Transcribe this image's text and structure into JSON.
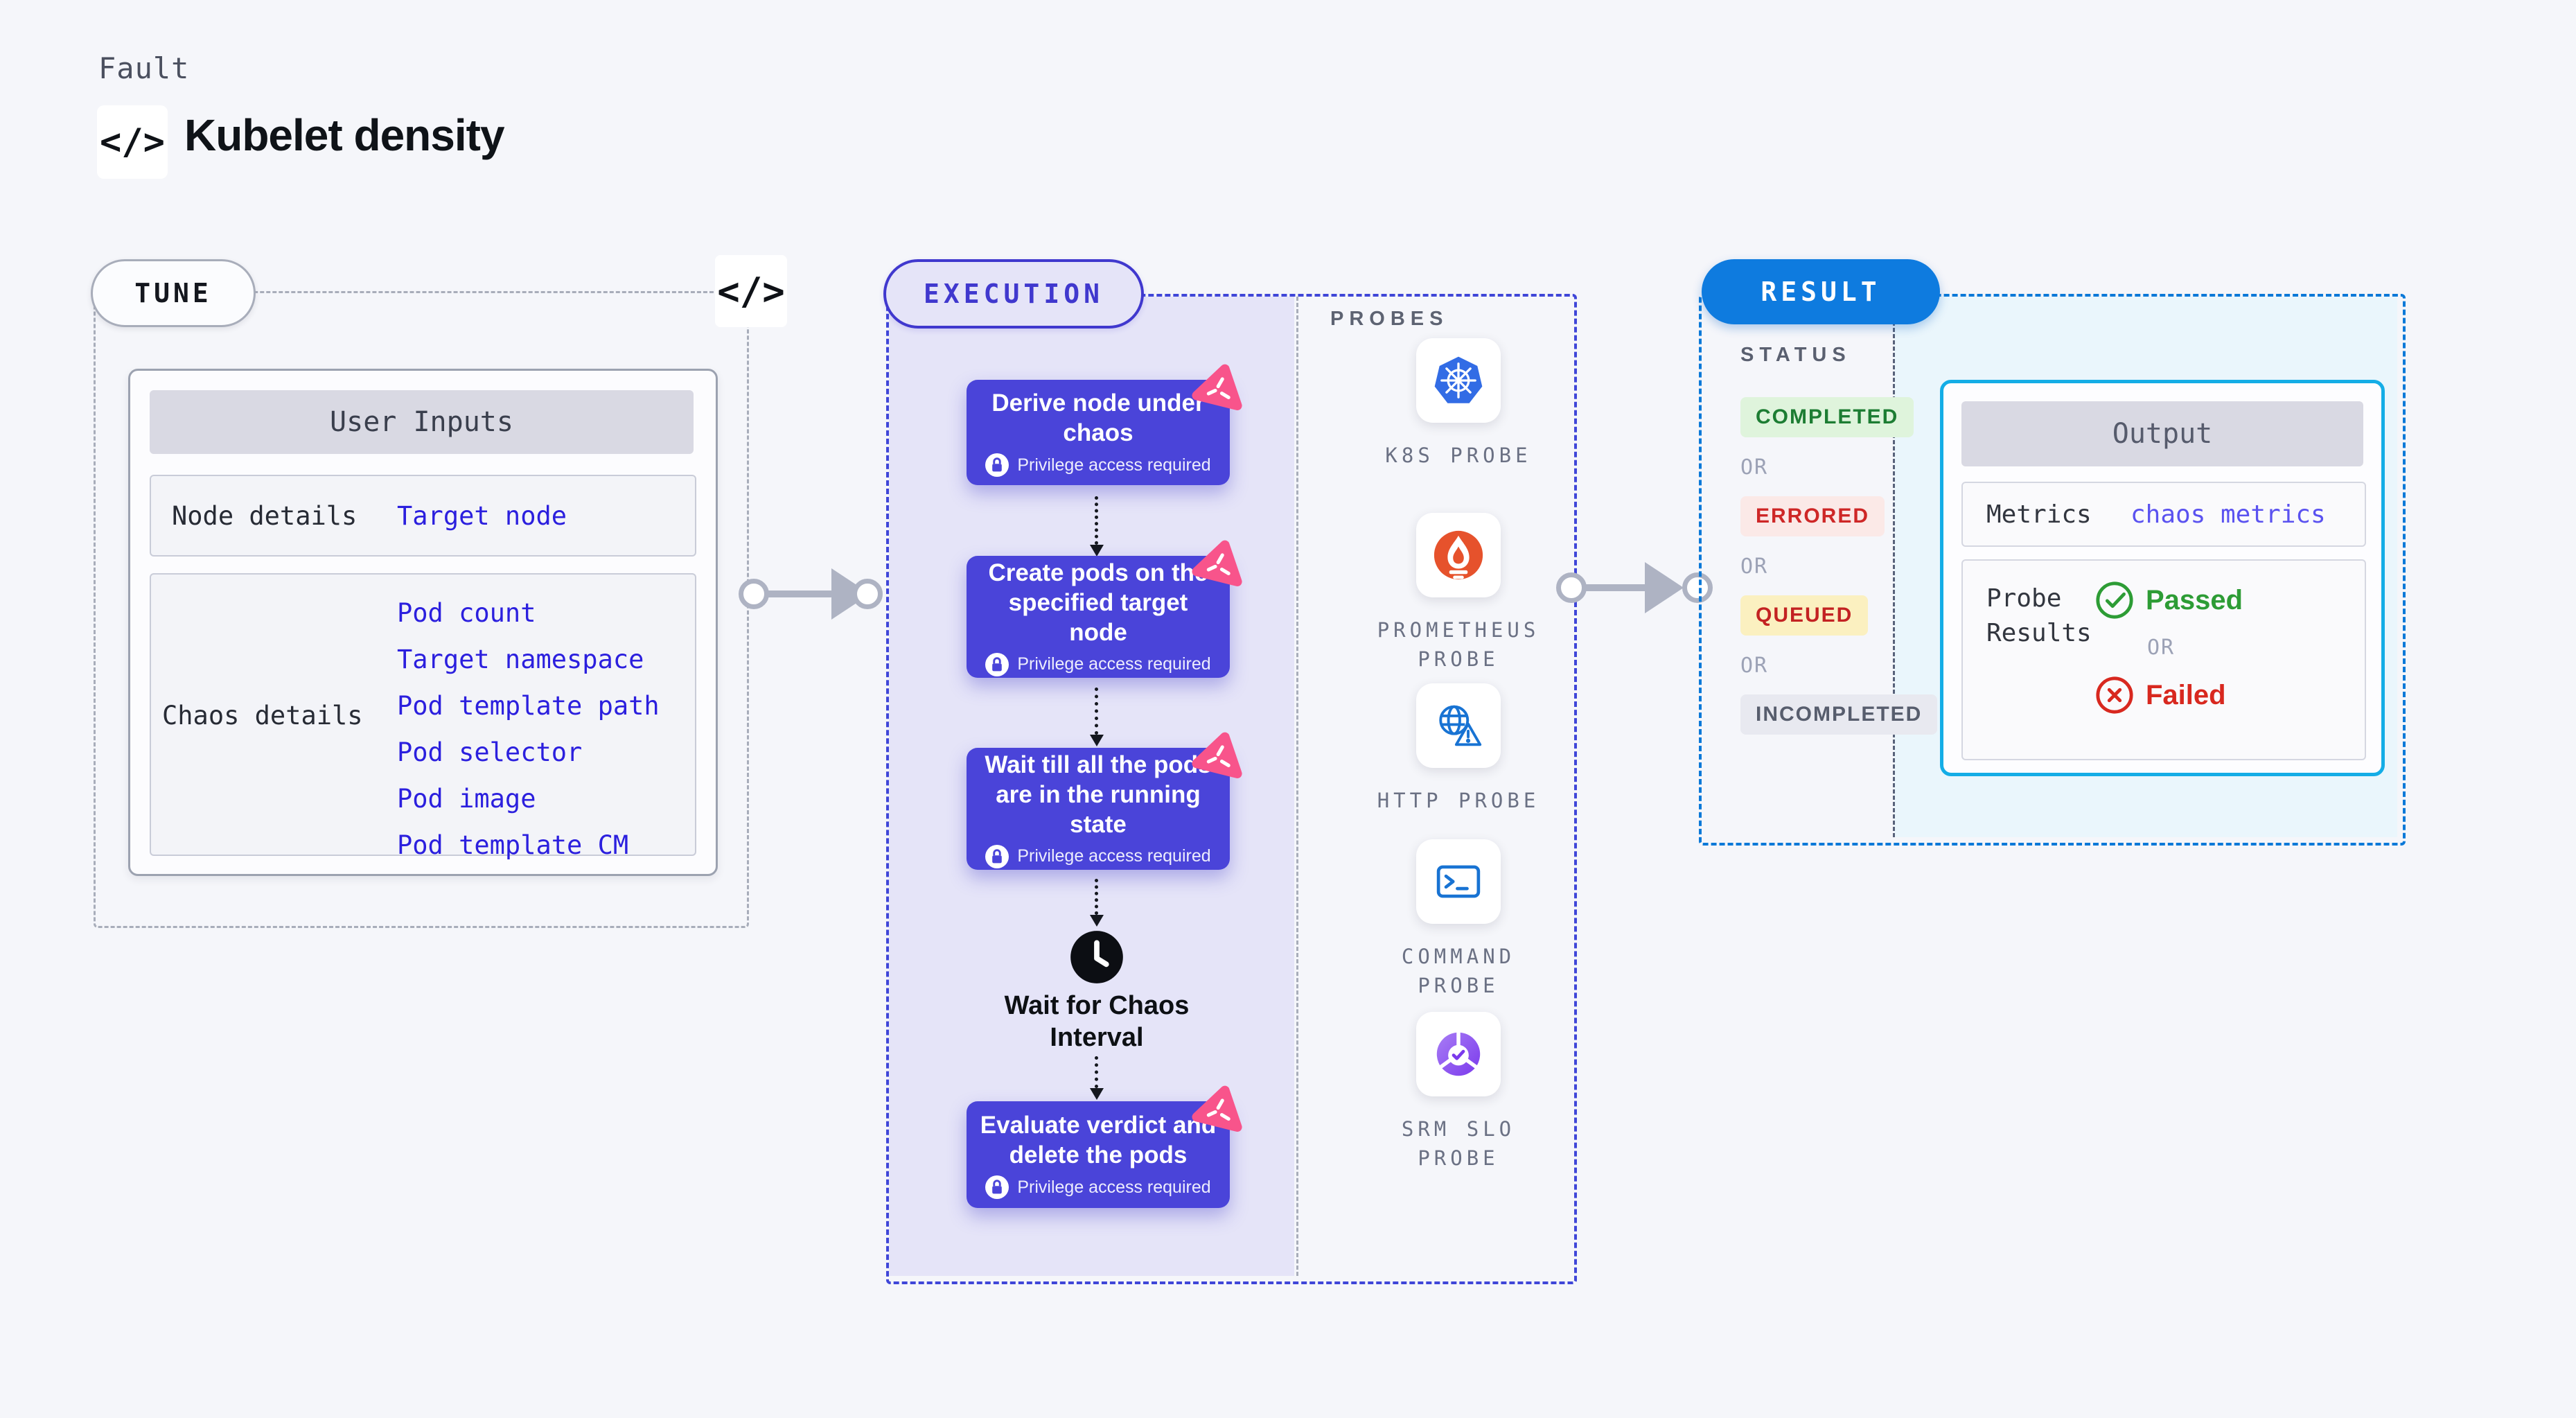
{
  "page": {
    "eyebrow": "Fault",
    "title": "Kubelet density",
    "code_icon_glyph": "</>"
  },
  "tune": {
    "pill_label": "TUNE",
    "code_icon_glyph": "</>",
    "card": {
      "header": "User Inputs",
      "rows": [
        {
          "label": "Node details",
          "values": [
            "Target node"
          ]
        },
        {
          "label": "Chaos details",
          "values": [
            "Pod count",
            "Target namespace",
            "Pod template path",
            "Pod selector",
            "Pod image",
            "Pod template CM"
          ]
        }
      ]
    }
  },
  "execution": {
    "pill_label": "EXECUTION",
    "steps": [
      {
        "title": "Derive node under chaos",
        "badge": "Privilege access required"
      },
      {
        "title": "Create pods on the specified target node",
        "badge": "Privilege access required"
      },
      {
        "title": "Wait till all the pods are in the running state",
        "badge": "Privilege access required"
      },
      {
        "title": "Evaluate verdict and delete the pods",
        "badge": "Privilege access required"
      }
    ],
    "wait_label": "Wait for Chaos Interval"
  },
  "probes": {
    "section_label": "PROBES",
    "items": [
      {
        "label": "K8S PROBE",
        "icon": "kubernetes-icon"
      },
      {
        "label": "PROMETHEUS PROBE",
        "icon": "prometheus-icon"
      },
      {
        "label": "HTTP PROBE",
        "icon": "globe-warning-icon"
      },
      {
        "label": "COMMAND PROBE",
        "icon": "terminal-icon"
      },
      {
        "label": "SRM SLO PROBE",
        "icon": "slo-donut-icon"
      }
    ]
  },
  "result": {
    "pill_label": "RESULT",
    "status_label": "STATUS",
    "or_label": "OR",
    "statuses": [
      {
        "label": "COMPLETED"
      },
      {
        "label": "ERRORED"
      },
      {
        "label": "QUEUED"
      },
      {
        "label": "INCOMPLETED"
      }
    ],
    "output": {
      "header": "Output",
      "metrics_label": "Metrics",
      "metrics_value": "chaos metrics",
      "probe_results_label": "Probe Results",
      "passed_label": "Passed",
      "failed_label": "Failed"
    }
  },
  "colors": {
    "page_bg": "#F5F6FA",
    "step_card": "#4A44D9",
    "execution_panel": "#E5E4F8",
    "execution_border": "#3F46D8",
    "tune_border": "#A8ADBA",
    "result_border": "#0B79D8",
    "result_pill": "#0E7BDF",
    "result_fill": "#EAF6FC",
    "output_border": "#14ADE6",
    "link_blue": "#2B1FDE",
    "metrics_blue": "#5A52F0",
    "passed_green": "#2D9C35",
    "failed_red": "#D8281F",
    "completed_badge": "#DFF4DC",
    "errored_badge": "#FBE9E7",
    "queued_badge": "#FBF0C0",
    "incompleted_badge": "#E8E9F0",
    "chaos_logo_pink": "#F8548B",
    "kubernetes_blue": "#326CE5",
    "prometheus_orange": "#E6522C",
    "probe_icon_blue": "#1873D3",
    "srm_purple": "#7B3AEC"
  }
}
